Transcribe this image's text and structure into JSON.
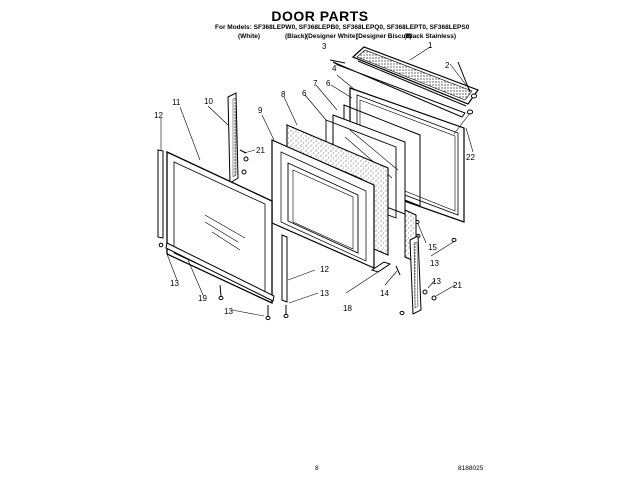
{
  "header": {
    "title": "DOOR PARTS",
    "models_label": "For Models: SF368LEPW0, SF368LEPB0, SF368LEPQ0, SF368LEPT0, SF368LEPS0",
    "finishes": {
      "white": "(White)",
      "black": "(Black)",
      "designer_white": "(Designer White)",
      "designer_biscuit": "(Designer Biscuit)",
      "black_stainless": "(Black Stainless)"
    }
  },
  "callouts": {
    "c1": "1",
    "c2": "2",
    "c3": "3",
    "c4": "4",
    "c6a": "6",
    "c6b": "6",
    "c7": "7",
    "c8": "8",
    "c9": "9",
    "c10": "10",
    "c11": "11",
    "c12a": "12",
    "c12b": "12",
    "c13a": "13",
    "c13b": "13",
    "c13c": "13",
    "c13d": "13",
    "c13e": "13",
    "c14": "14",
    "c15": "15",
    "c18": "18",
    "c19": "19",
    "c21a": "21",
    "c21b": "21",
    "c22": "22"
  },
  "footer": {
    "page_number": "8",
    "doc_number": "8188025"
  }
}
